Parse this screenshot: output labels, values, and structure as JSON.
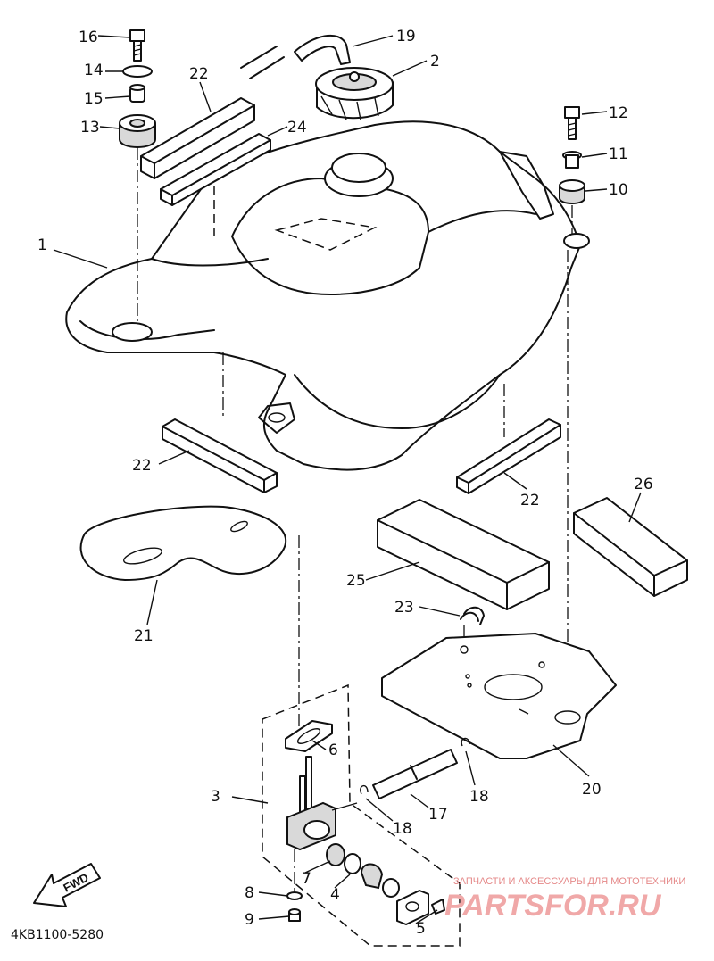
{
  "diagram": {
    "drawing_code": "4KB1100-5280",
    "direction_arrow": "FWD",
    "watermark_small": "ЗАПЧАСТИ И АКСЕССУАРЫ ДЛЯ МОТОТЕХНИКИ",
    "watermark_big": "PARTSFOR.RU",
    "parts": {
      "p1": "1",
      "p2": "2",
      "p3": "3",
      "p4": "4",
      "p5": "5",
      "p6": "6",
      "p7": "7",
      "p8": "8",
      "p9": "9",
      "p10": "10",
      "p11": "11",
      "p12": "12",
      "p13": "13",
      "p14": "14",
      "p15": "15",
      "p16": "16",
      "p17": "17",
      "p18a": "18",
      "p18b": "18",
      "p19": "19",
      "p20": "20",
      "p21": "21",
      "p22a": "22",
      "p22b": "22",
      "p22c": "22",
      "p23": "23",
      "p24": "24",
      "p25": "25",
      "p26": "26"
    }
  }
}
